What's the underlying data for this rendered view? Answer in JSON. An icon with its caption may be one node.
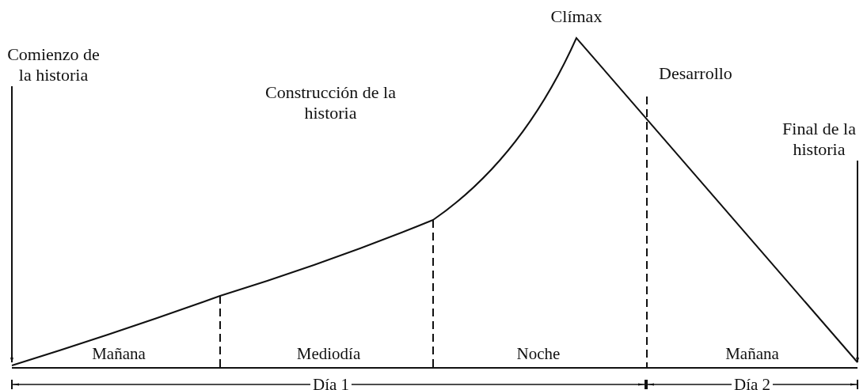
{
  "diagram": {
    "nodes": [
      {
        "text": [
          "Comienzo de la historia"
        ]
      },
      {
        "text": [
          "Construcción de la historia"
        ]
      },
      {
        "text": [
          "Clímax"
        ]
      },
      {
        "text": [
          "Desarrollo"
        ]
      },
      {
        "text": [
          "Final de la historia"
        ]
      }
    ],
    "edges": [
      {
        "from": 0,
        "to": null,
        "arrow": "to"
      },
      {
        "from": 4,
        "to": null,
        "arrow": "to"
      }
    ],
    "labels": [
      "Mañana",
      "Mediodía",
      "Noche",
      "Mañana",
      "Día 1",
      "Día 2"
    ]
  }
}
